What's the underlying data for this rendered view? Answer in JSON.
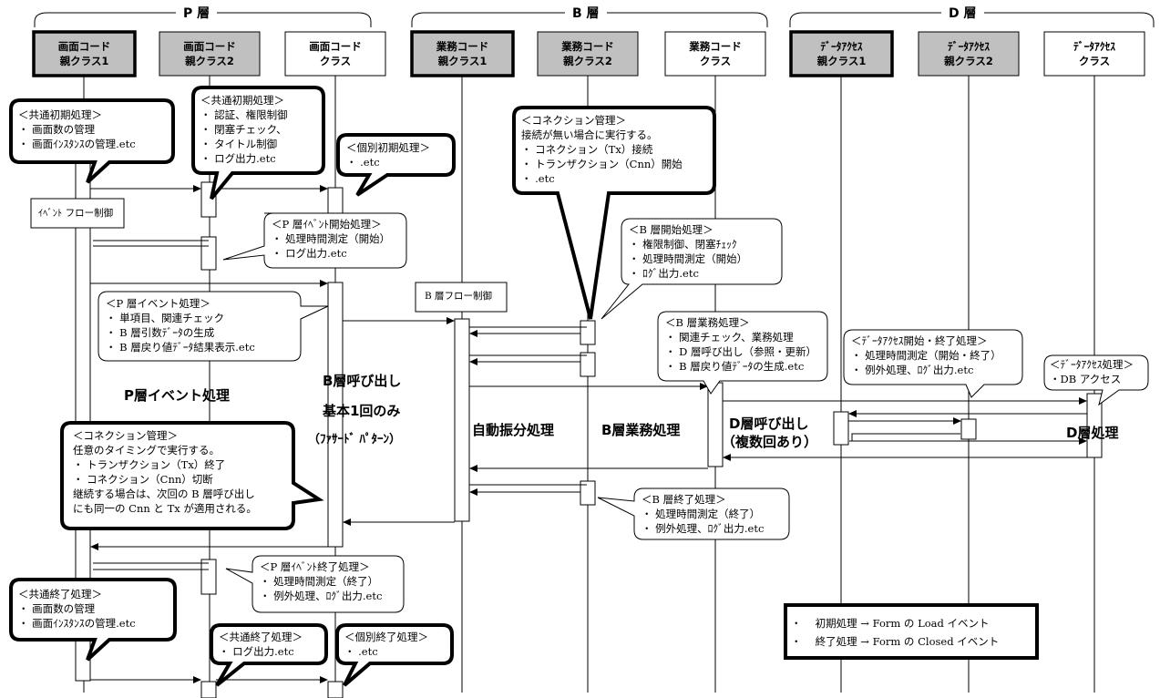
{
  "layers": {
    "p": "P 層",
    "b": "B 層",
    "d": "D 層"
  },
  "headers": [
    {
      "line1": "画面コード",
      "line2": "親クラス1"
    },
    {
      "line1": "画面コード",
      "line2": "親クラス2"
    },
    {
      "line1": "画面コード",
      "line2": "クラス"
    },
    {
      "line1": "業務コード",
      "line2": "親クラス1"
    },
    {
      "line1": "業務コード",
      "line2": "親クラス2"
    },
    {
      "line1": "業務コード",
      "line2": "クラス"
    },
    {
      "line1": "ﾃﾞｰﾀｱｸｾｽ",
      "line2": "親クラス1"
    },
    {
      "line1": "ﾃﾞｰﾀｱｸｾｽ",
      "line2": "親クラス2"
    },
    {
      "line1": "ﾃﾞｰﾀｱｸｾｽ",
      "line2": "クラス"
    }
  ],
  "notes": {
    "common_init": [
      "＜共通初期処理＞",
      "・ 画面数の管理",
      "・ 画面ｲﾝｽﾀﾝｽの管理.etc"
    ],
    "common_init2": [
      "＜共通初期処理＞",
      "・ 認証、権限制御",
      "・ 閉塞チェック、",
      "・ タイトル制御",
      "・ ログ出力.etc"
    ],
    "individual_init": [
      "＜個別初期処理＞",
      "・ .etc"
    ],
    "event_flow": "ｲﾍﾞﾝﾄ フロー制御",
    "p_event_start": [
      "＜P 層ｲﾍﾞﾝﾄ開始処理＞",
      "・ 処理時間測定（開始）",
      "・ ログ出力.etc"
    ],
    "p_event": [
      "＜P 層イベント処理＞",
      "・ 単項目、関連チェック",
      "・ B 層引数ﾃﾞｰﾀの生成",
      "・ B 層戻り値ﾃﾞｰﾀ結果表示.etc"
    ],
    "b_flow": "B 層フロー制御",
    "connection_mgmt": [
      "＜コネクション管理＞",
      "接続が無い場合に実行する。",
      "・ コネクション（Tx）接続",
      "・ トランザクション（Cnn）開始",
      "・ .etc"
    ],
    "b_start": [
      "＜B 層開始処理＞",
      "・ 権限制御、閉塞ﾁｪｯｸ",
      "・ 処理時間測定（開始）",
      "・ ﾛｸﾞ出力.etc"
    ],
    "b_business": [
      "＜B 層業務処理＞",
      "・ 関連チェック、業務処理",
      "・ D 層呼び出し（参照・更新）",
      "・ B 層戻り値ﾃﾞｰﾀの生成.etc"
    ],
    "d_access_start": [
      "＜ﾃﾞｰﾀｱｸｾｽ開始・終了処理＞",
      "・ 処理時間測定（開始・終了）",
      "・ 例外処理、ﾛｸﾞ出力.etc"
    ],
    "d_access": [
      "＜ﾃﾞｰﾀｱｸｾｽ処理＞",
      "・DB アクセス"
    ],
    "connection_mgmt2": [
      "＜コネクション管理＞",
      "任意のタイミングで実行する。",
      "・ トランザクション（Tx）終了",
      "・ コネクション（Cnn）切断",
      "継続する場合は、次回の B 層呼び出し",
      "にも同一の Cnn と Tx が適用される。"
    ],
    "b_end": [
      "＜B 層終了処理＞",
      "・ 処理時間測定（終了）",
      "・ 例外処理、ﾛｸﾞ出力.etc"
    ],
    "p_event_end": [
      "＜P 層ｲﾍﾞﾝﾄ終了処理＞",
      "・ 処理時間測定（終了）",
      "・ 例外処理、ﾛｸﾞ出力.etc"
    ],
    "common_end": [
      "＜共通終了処理＞",
      "・ 画面数の管理",
      "・ 画面ｲﾝｽﾀﾝｽの管理.etc"
    ],
    "common_end2": [
      "＜共通終了処理＞",
      "・ ログ出力.etc"
    ],
    "individual_end": [
      "＜個別終了処理＞",
      "・ .etc"
    ]
  },
  "labels": {
    "p_event_proc": "P層イベント処理",
    "b_call1": "B層呼び出し",
    "b_call2": "基本1回のみ",
    "b_call3": "（ﾌｧｻｰﾄﾞ ﾊﾟﾀｰﾝ）",
    "auto_dispatch": "自動振分処理",
    "b_business_proc": "B層業務処理",
    "d_call1": "D層呼び出し",
    "d_call2": "（複数回あり）",
    "d_proc": "D層処理"
  },
  "legend": [
    "・　 初期処理 → Form の Load イベント",
    "・　 終了処理 → Form の Closed イベント"
  ],
  "colors": {
    "gray_header": "#c0c0c0",
    "line": "#000000"
  }
}
